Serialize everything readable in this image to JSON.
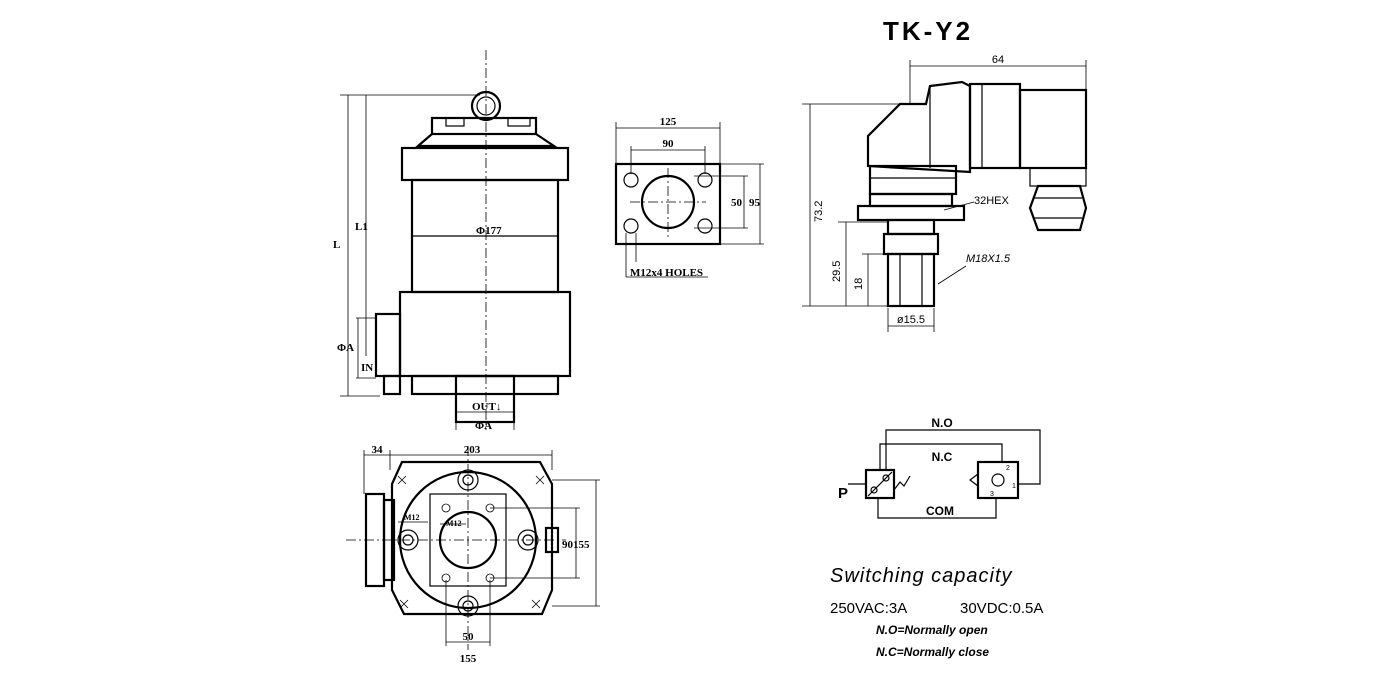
{
  "title": "TK-Y2",
  "filter_side": {
    "dim_L": "L",
    "dim_L1": "L1",
    "dim_diameter": "Φ177",
    "dim_phiA_side": "ΦA",
    "label_in": "IN",
    "label_out": "OUT↓",
    "dim_phiA_bottom": "ΦA"
  },
  "flange": {
    "dim_125": "125",
    "dim_90": "90",
    "dim_50": "50",
    "dim_95": "95",
    "holes_note": "M12x4 HOLES"
  },
  "top_view": {
    "dim_34": "34",
    "dim_203": "203",
    "label_m12_a": "M12",
    "label_m12_b": "M12",
    "dim_90_155": "90155",
    "dim_50": "50",
    "dim_155": "155"
  },
  "switch": {
    "dim_64": "64",
    "dim_73_2": "73.2",
    "dim_29_5": "29.5",
    "dim_18": "18",
    "hex": "32HEX",
    "thread": "M18X1.5",
    "dim_d15_5": "ø15.5"
  },
  "circuit": {
    "no": "N.O",
    "nc": "N.C",
    "com": "COM",
    "p": "P",
    "pin1": "1",
    "pin2": "2",
    "pin3": "3"
  },
  "capacity": {
    "heading": "Switching capacity",
    "ac": "250VAC:3A",
    "dc": "30VDC:0.5A",
    "no_def": "N.O=Normally open",
    "nc_def": "N.C=Normally close"
  }
}
